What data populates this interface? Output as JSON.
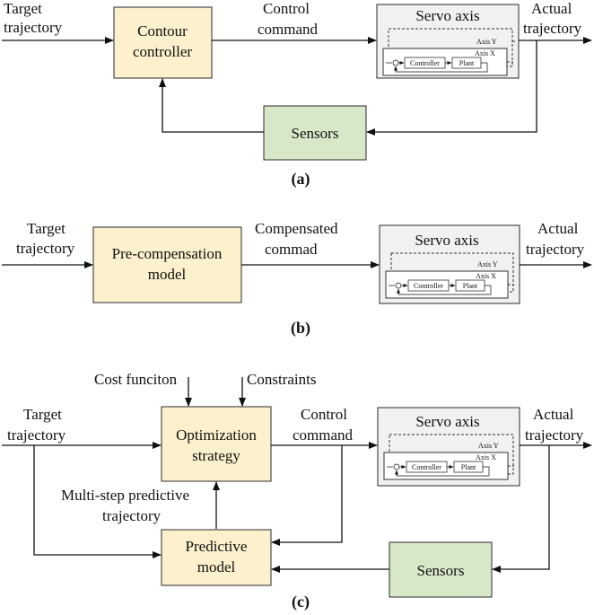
{
  "panel_a": {
    "input_label_1": "Target",
    "input_label_2": "trajectory",
    "controller_label_1": "Contour",
    "controller_label_2": "controller",
    "command_label_1": "Control",
    "command_label_2": "command",
    "servo_title": "Servo axis",
    "axis_y": "Axis Y",
    "axis_x": "Axis X",
    "inner_controller": "Controller",
    "inner_plant": "Plant",
    "output_label_1": "Actual",
    "output_label_2": "trajectory",
    "sensors_label": "Sensors",
    "caption": "(a)"
  },
  "panel_b": {
    "input_label_1": "Target",
    "input_label_2": "trajectory",
    "model_label_1": "Pre-compensation",
    "model_label_2": "model",
    "command_label_1": "Compensated",
    "command_label_2": "commad",
    "servo_title": "Servo axis",
    "axis_y": "Axis Y",
    "axis_x": "Axis X",
    "inner_controller": "Controller",
    "inner_plant": "Plant",
    "output_label_1": "Actual",
    "output_label_2": "trajectory",
    "caption": "(b)"
  },
  "panel_c": {
    "cost_label": "Cost funciton",
    "constraints_label": "Constraints",
    "input_label_1": "Target",
    "input_label_2": "trajectory",
    "optimization_label_1": "Optimization",
    "optimization_label_2": "strategy",
    "command_label_1": "Control",
    "command_label_2": "command",
    "servo_title": "Servo axis",
    "axis_y": "Axis Y",
    "axis_x": "Axis X",
    "inner_controller": "Controller",
    "inner_plant": "Plant",
    "output_label_1": "Actual",
    "output_label_2": "trajectory",
    "multistep_label_1": "Multi-step predictive",
    "multistep_label_2": "trajectory",
    "predictive_label_1": "Predictive",
    "predictive_label_2": "model",
    "sensors_label": "Sensors",
    "caption": "(c)"
  }
}
